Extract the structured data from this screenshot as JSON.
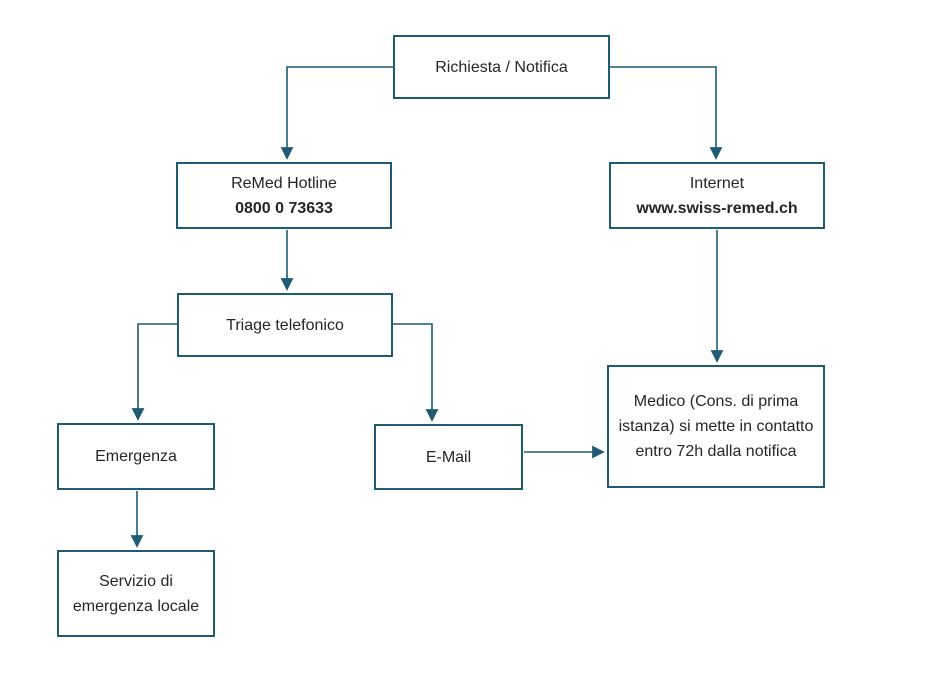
{
  "diagram": {
    "title": "ReMed request/notification flowchart",
    "colors": {
      "border": "#1F5C73",
      "arrow": "#1F5C73",
      "text": "#262626",
      "background": "#FFFFFF"
    },
    "nodes": {
      "richiesta": {
        "label": "Richiesta / Notifica"
      },
      "hotline": {
        "line1": "ReMed Hotline",
        "line2": "0800 0 73633"
      },
      "internet": {
        "line1": "Internet",
        "line2": "www.swiss-remed.ch"
      },
      "triage": {
        "label": "Triage telefonico"
      },
      "emergenza": {
        "label": "Emergenza"
      },
      "email": {
        "label": "E-Mail"
      },
      "medico": {
        "label": "Medico (Cons. di prima istanza) si mette in contatto entro 72h dalla notifica"
      },
      "servizio": {
        "label": "Servizio di emergenza locale"
      }
    },
    "edges": [
      {
        "from": "richiesta",
        "to": "hotline"
      },
      {
        "from": "richiesta",
        "to": "internet"
      },
      {
        "from": "hotline",
        "to": "triage"
      },
      {
        "from": "triage",
        "to": "emergenza"
      },
      {
        "from": "triage",
        "to": "email"
      },
      {
        "from": "emergenza",
        "to": "servizio"
      },
      {
        "from": "internet",
        "to": "medico"
      },
      {
        "from": "email",
        "to": "medico"
      }
    ]
  }
}
